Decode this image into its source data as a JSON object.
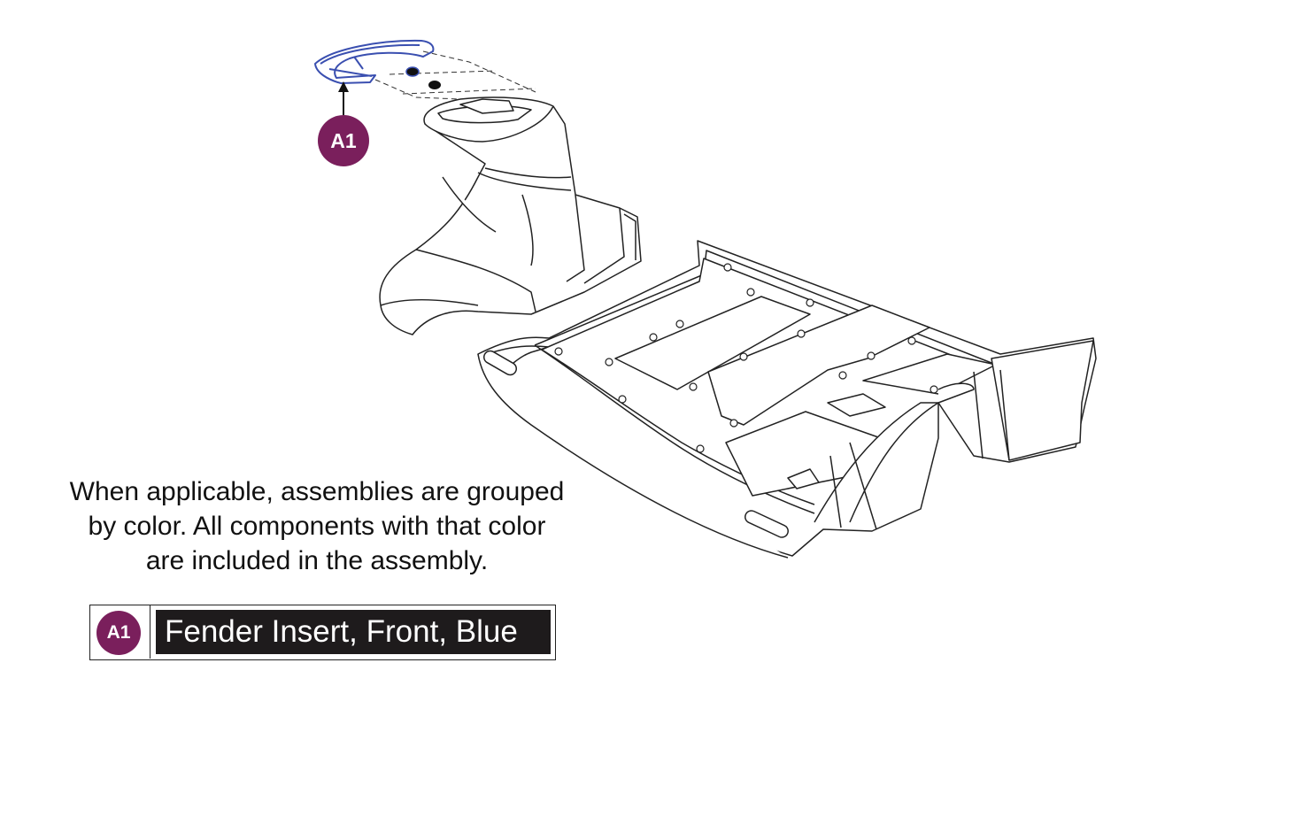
{
  "callout": {
    "id": "A1",
    "badge_color": "#7a1f5c"
  },
  "note": {
    "line1": "When applicable, assemblies are grouped",
    "line2": "by color. All components with that color",
    "line3": "are included in the assembly."
  },
  "legend": {
    "id": "A1",
    "label": "Fender Insert, Front, Blue",
    "label_bg": "#1e1b1c"
  },
  "colors": {
    "highlight_part": "#3a4fb0",
    "line_art": "#222222"
  }
}
